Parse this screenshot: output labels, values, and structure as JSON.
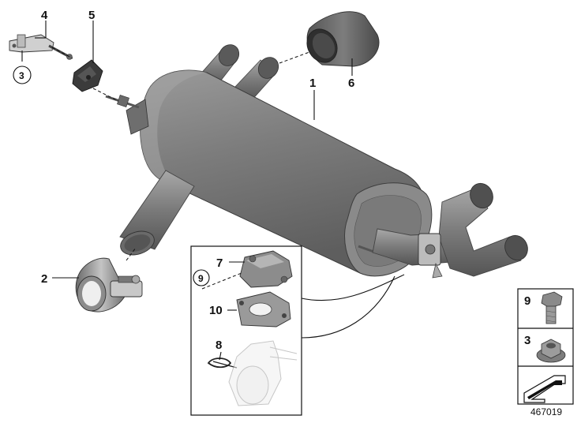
{
  "callouts": {
    "c1": "1",
    "c2": "2",
    "c3": "3",
    "c4": "4",
    "c5": "5",
    "c6": "6",
    "c7": "7",
    "c8": "8",
    "c9": "9",
    "c10": "10"
  },
  "legend": {
    "item_9": "9",
    "item_3": "3"
  },
  "reference_number": "467019",
  "colors": {
    "metal_dark": "#6d6d6d",
    "metal_mid": "#8e8e8e",
    "metal_light": "#b8b8b8",
    "rubber": "#3a3a3a",
    "line": "#111111"
  }
}
